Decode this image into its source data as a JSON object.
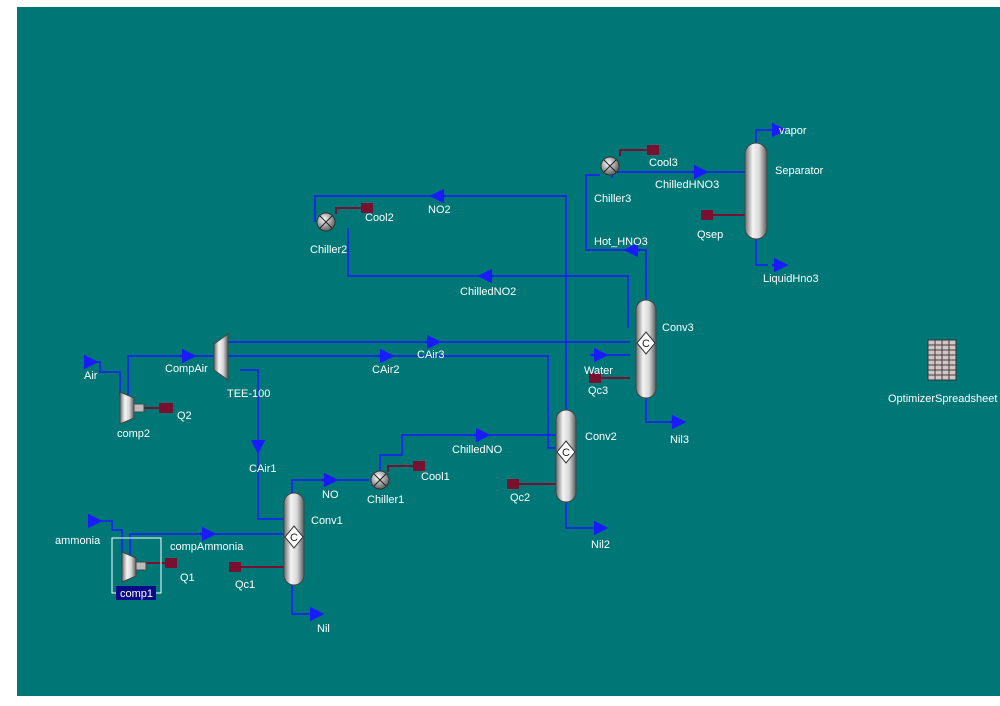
{
  "colors": {
    "background": "#007777",
    "material_stream": "#1a1aff",
    "energy_stream": "#7a1030",
    "label_text": "#ffffff",
    "selection_highlight": "#0b0b8a"
  },
  "labels": {
    "air": "Air",
    "comp_air": "CompAir",
    "tee100": "TEE-100",
    "comp2": "comp2",
    "q2": "Q2",
    "cair1": "CAir1",
    "cair2": "CAir2",
    "cair3": "CAir3",
    "ammonia": "ammonia",
    "comp_ammonia": "compAmmonia",
    "comp1": "comp1",
    "q1": "Q1",
    "qc1": "Qc1",
    "conv1": "Conv1",
    "nil": "Nil",
    "no": "NO",
    "chiller1": "Chiller1",
    "cool1": "Cool1",
    "chilled_no": "ChilledNO",
    "conv2": "Conv2",
    "qc2": "Qc2",
    "nil2": "Nil2",
    "no2": "NO2",
    "chiller2": "Chiller2",
    "cool2": "Cool2",
    "chilled_no2": "ChilledNO2",
    "conv3": "Conv3",
    "water": "Water",
    "qc3": "Qc3",
    "nil3": "Nil3",
    "hot_hno3": "Hot_HNO3",
    "chiller3": "Chiller3",
    "cool3": "Cool3",
    "chilled_hno3": "ChilledHNO3",
    "separator": "Separator",
    "vapor": "vapor",
    "qsep": "Qsep",
    "liquid_hno3": "LiquidHno3",
    "optimizer": "OptimizerSpreadsheet"
  },
  "icons": {
    "reactor": "conversion-reactor-icon",
    "cooler": "cooler-icon",
    "compressor": "compressor-icon",
    "tee": "tee-splitter-icon",
    "separator": "separator-vessel-icon",
    "spreadsheet": "spreadsheet-icon"
  }
}
